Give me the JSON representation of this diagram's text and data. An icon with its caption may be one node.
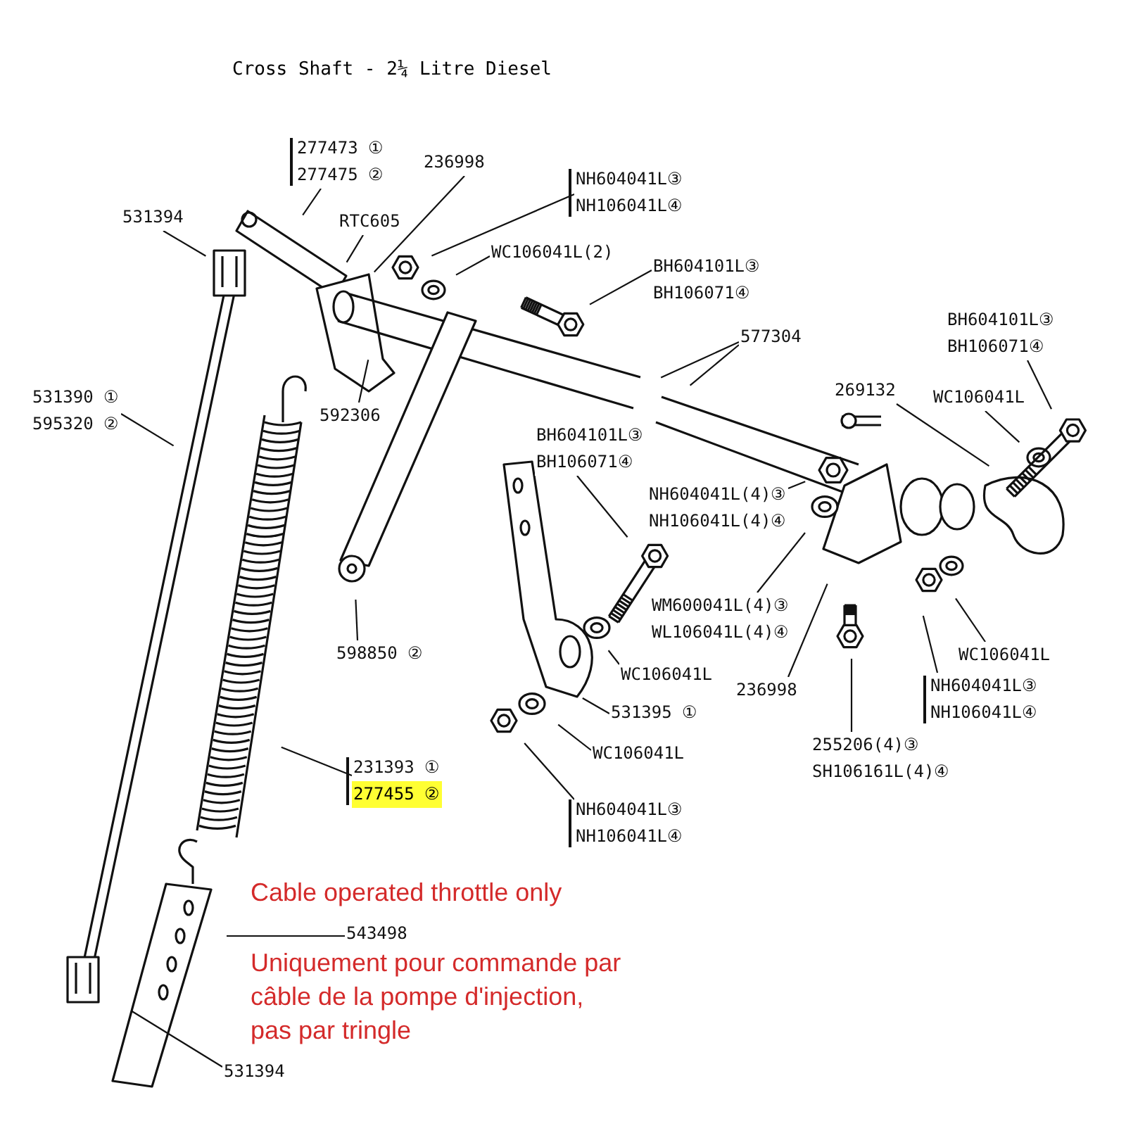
{
  "diagram": {
    "title": "Cross Shaft - 2¼ Litre Diesel",
    "nodes": [
      {
        "text": [
          "277473 ①",
          "277475 ②"
        ]
      },
      {
        "text": [
          "236998"
        ]
      },
      {
        "text": [
          "RTC605"
        ]
      },
      {
        "text": [
          "NH604041L③",
          "NH106041L④"
        ]
      },
      {
        "text": [
          "WC106041L(2)"
        ]
      },
      {
        "text": [
          "BH604101L③",
          "BH106071④"
        ]
      },
      {
        "text": [
          "577304"
        ]
      },
      {
        "text": [
          "531394"
        ]
      },
      {
        "text": [
          "531390 ①",
          "595320 ②"
        ]
      },
      {
        "text": [
          "592306"
        ]
      },
      {
        "text": [
          "598850 ②"
        ]
      },
      {
        "text": [
          "BH604101L③",
          "BH106071④"
        ]
      },
      {
        "text": [
          "NH604041L(4)③",
          "NH106041L(4)④"
        ]
      },
      {
        "text": [
          "269132"
        ]
      },
      {
        "text": [
          "WC106041L"
        ]
      },
      {
        "text": [
          "BH604101L③",
          "BH106071④"
        ]
      },
      {
        "text": [
          "WM600041L(4)③",
          "WL106041L(4)④"
        ]
      },
      {
        "text": [
          "WC106041L"
        ]
      },
      {
        "text": [
          "236998"
        ]
      },
      {
        "text": [
          "531395 ①"
        ]
      },
      {
        "text": [
          "WC106041L"
        ]
      },
      {
        "text": [
          "NH604041L③",
          "NH106041L④"
        ]
      },
      {
        "text": [
          "231393 ①",
          "277455 ②"
        ]
      },
      {
        "text": [
          "255206(4)③",
          "SH106161L(4)④"
        ]
      },
      {
        "text": [
          "WC106041L"
        ]
      },
      {
        "text": [
          "NH604041L③",
          "NH106041L④"
        ]
      },
      {
        "text": [
          "543498"
        ]
      },
      {
        "text": [
          "531394"
        ]
      }
    ],
    "edges": [
      {
        "from": 0,
        "to": null,
        "arrow": "none"
      },
      {
        "from": 1,
        "to": null,
        "arrow": "none"
      },
      {
        "from": 2,
        "to": null,
        "arrow": "none"
      },
      {
        "from": 3,
        "to": null,
        "arrow": "none"
      },
      {
        "from": 4,
        "to": null,
        "arrow": "none"
      },
      {
        "from": 5,
        "to": null,
        "arrow": "none"
      },
      {
        "from": 6,
        "to": null,
        "arrow": "none"
      },
      {
        "from": 6,
        "to": null,
        "arrow": "none"
      },
      {
        "from": 7,
        "to": null,
        "arrow": "none"
      },
      {
        "from": 8,
        "to": null,
        "arrow": "none"
      },
      {
        "from": 9,
        "to": null,
        "arrow": "none"
      },
      {
        "from": 10,
        "to": null,
        "arrow": "none"
      },
      {
        "from": 11,
        "to": null,
        "arrow": "none"
      },
      {
        "from": 12,
        "to": null,
        "arrow": "none"
      },
      {
        "from": 13,
        "to": null,
        "arrow": "none"
      },
      {
        "from": 14,
        "to": null,
        "arrow": "none"
      },
      {
        "from": 15,
        "to": null,
        "arrow": "none"
      },
      {
        "from": 16,
        "to": null,
        "arrow": "none"
      },
      {
        "from": 17,
        "to": null,
        "arrow": "none"
      },
      {
        "from": 18,
        "to": null,
        "arrow": "none"
      },
      {
        "from": 19,
        "to": null,
        "arrow": "none"
      },
      {
        "from": 20,
        "to": null,
        "arrow": "none"
      },
      {
        "from": 21,
        "to": null,
        "arrow": "none"
      },
      {
        "from": 22,
        "to": null,
        "arrow": "none"
      },
      {
        "from": 23,
        "to": null,
        "arrow": "none"
      },
      {
        "from": 24,
        "to": null,
        "arrow": "none"
      },
      {
        "from": 25,
        "to": null,
        "arrow": "none"
      },
      {
        "from": 26,
        "to": null,
        "arrow": "none"
      },
      {
        "from": 27,
        "to": null,
        "arrow": "none"
      }
    ],
    "labels": [
      "Cable operated throttle only",
      "Uniquement pour commande par câble de la pompe d'injection, pas par tringle"
    ]
  }
}
